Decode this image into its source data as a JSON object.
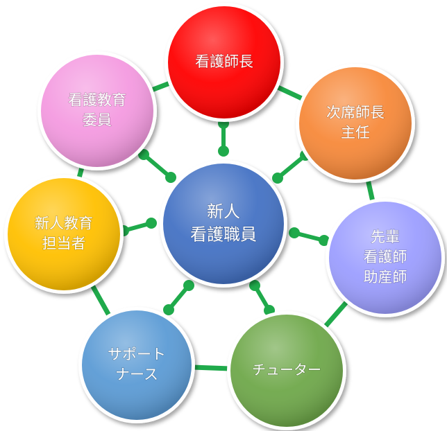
{
  "diagram": {
    "colors": {
      "connector": "#1faa4b",
      "center": "#4472c4",
      "top": "#ff0000",
      "top_right": "#f7893a",
      "right": "#9c9eff",
      "bottom_right": "#6fa84a",
      "bottom_left": "#5b9bd5",
      "left": "#ffc000",
      "top_left": "#f49ae0"
    },
    "center": {
      "lines": [
        "新人",
        "看護職員"
      ]
    },
    "nodes": [
      {
        "id": "top",
        "lines": [
          "看護師長"
        ]
      },
      {
        "id": "top_right",
        "lines": [
          "次席師長",
          "主任"
        ]
      },
      {
        "id": "right",
        "lines": [
          "先輩",
          "看護師",
          "助産師"
        ]
      },
      {
        "id": "bottom_right",
        "lines": [
          "チューター"
        ]
      },
      {
        "id": "bottom_left",
        "lines": [
          "サポート",
          "ナース"
        ]
      },
      {
        "id": "left",
        "lines": [
          "新人教育",
          "担当者"
        ]
      },
      {
        "id": "top_left",
        "lines": [
          "看護教育",
          "委員"
        ]
      }
    ]
  }
}
